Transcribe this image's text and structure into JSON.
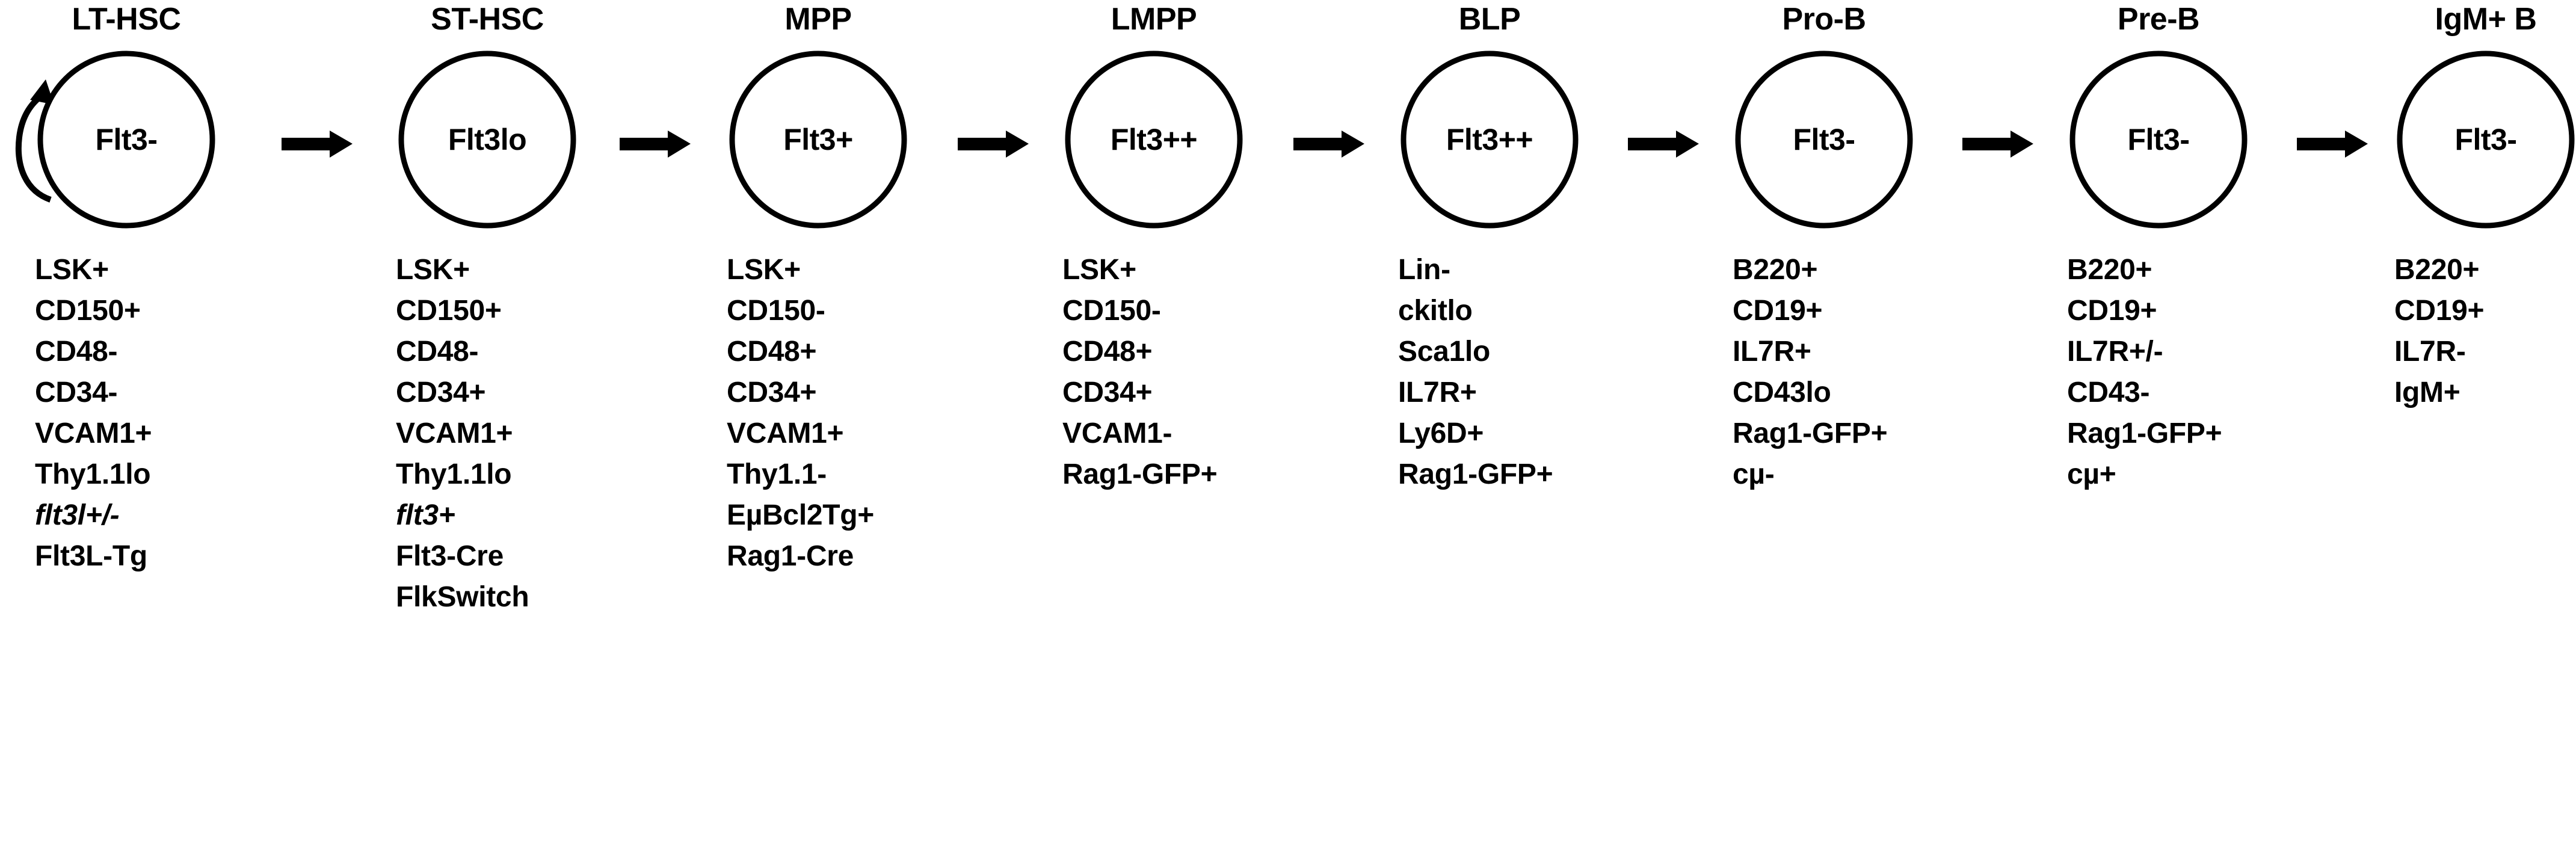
{
  "diagram": {
    "title": "B-cell developmental hierarchy with Flt3 expression and surface marker phenotypes",
    "stroke_color": "#000000",
    "background_color": "#ffffff",
    "self_renewal_arrow": "self-renewal-loop-arrow",
    "stages": [
      {
        "id": "lt-hsc",
        "header": "LT-HSC",
        "circle_label": "Flt3-",
        "markers": [
          {
            "text": "LSK+",
            "italic": false
          },
          {
            "text": "CD150+",
            "italic": false
          },
          {
            "text": "CD48-",
            "italic": false
          },
          {
            "text": "CD34-",
            "italic": false
          },
          {
            "text": "VCAM1+",
            "italic": false
          },
          {
            "text": "Thy1.1lo",
            "italic": false
          },
          {
            "text": "flt3l+/-",
            "italic": true
          },
          {
            "text": "Flt3L-Tg",
            "italic": false
          }
        ]
      },
      {
        "id": "st-hsc",
        "header": "ST-HSC",
        "circle_label": "Flt3lo",
        "markers": [
          {
            "text": "LSK+",
            "italic": false
          },
          {
            "text": "CD150+",
            "italic": false
          },
          {
            "text": "CD48-",
            "italic": false
          },
          {
            "text": "CD34+",
            "italic": false
          },
          {
            "text": "VCAM1+",
            "italic": false
          },
          {
            "text": "Thy1.1lo",
            "italic": false
          },
          {
            "text": "flt3+",
            "italic": true
          },
          {
            "text": "Flt3-Cre",
            "italic": false
          },
          {
            "text": "FlkSwitch",
            "italic": false
          }
        ]
      },
      {
        "id": "mpp",
        "header": "MPP",
        "circle_label": "Flt3+",
        "markers": [
          {
            "text": "LSK+",
            "italic": false
          },
          {
            "text": "CD150-",
            "italic": false
          },
          {
            "text": "CD48+",
            "italic": false
          },
          {
            "text": "CD34+",
            "italic": false
          },
          {
            "text": "VCAM1+",
            "italic": false
          },
          {
            "text": "Thy1.1-",
            "italic": false
          },
          {
            "text": "EµBcl2Tg+",
            "italic": false
          },
          {
            "text": "Rag1-Cre",
            "italic": false
          }
        ]
      },
      {
        "id": "lmpp",
        "header": "LMPP",
        "circle_label": "Flt3++",
        "markers": [
          {
            "text": "LSK+",
            "italic": false
          },
          {
            "text": "CD150-",
            "italic": false
          },
          {
            "text": "CD48+",
            "italic": false
          },
          {
            "text": "CD34+",
            "italic": false
          },
          {
            "text": "VCAM1-",
            "italic": false
          },
          {
            "text": "Rag1-GFP+",
            "italic": false
          }
        ]
      },
      {
        "id": "blp",
        "header": "BLP",
        "circle_label": "Flt3++",
        "markers": [
          {
            "text": "Lin-",
            "italic": false
          },
          {
            "text": "ckitlo",
            "italic": false
          },
          {
            "text": "Sca1lo",
            "italic": false
          },
          {
            "text": "IL7R+",
            "italic": false
          },
          {
            "text": "Ly6D+",
            "italic": false
          },
          {
            "text": "Rag1-GFP+",
            "italic": false
          }
        ]
      },
      {
        "id": "pro-b",
        "header": "Pro-B",
        "circle_label": "Flt3-",
        "markers": [
          {
            "text": "B220+",
            "italic": false
          },
          {
            "text": "CD19+",
            "italic": false
          },
          {
            "text": "IL7R+",
            "italic": false
          },
          {
            "text": "CD43lo",
            "italic": false
          },
          {
            "text": "Rag1-GFP+",
            "italic": false
          },
          {
            "text": "cµ-",
            "italic": false
          }
        ]
      },
      {
        "id": "pre-b",
        "header": "Pre-B",
        "circle_label": "Flt3-",
        "markers": [
          {
            "text": "B220+",
            "italic": false
          },
          {
            "text": "CD19+",
            "italic": false
          },
          {
            "text": "IL7R+/-",
            "italic": false
          },
          {
            "text": "CD43-",
            "italic": false
          },
          {
            "text": "Rag1-GFP+",
            "italic": false
          },
          {
            "text": "cµ+",
            "italic": false
          }
        ]
      },
      {
        "id": "igm-b",
        "header": "IgM+ B",
        "circle_label": "Flt3-",
        "markers": [
          {
            "text": "B220+",
            "italic": false
          },
          {
            "text": "CD19+",
            "italic": false
          },
          {
            "text": "IL7R-",
            "italic": false
          },
          {
            "text": "IgM+",
            "italic": false
          }
        ]
      }
    ]
  }
}
